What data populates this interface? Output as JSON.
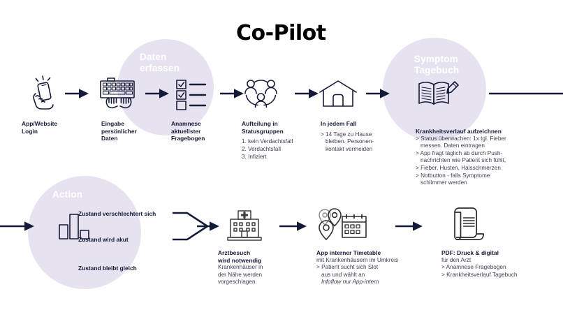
{
  "title": "Co-Pilot",
  "circles": [
    {
      "id": "daten-erfassen",
      "label_line1": "Daten",
      "label_line2": "erfassen",
      "color": "#e6e2ef"
    },
    {
      "id": "symptom-tagebuch",
      "label_line1": "Symptom",
      "label_line2": "Tagebuch",
      "color": "#e6e2ef"
    },
    {
      "id": "action",
      "label_line1": "Action",
      "label_line2": "",
      "color": "#e6e2ef"
    }
  ],
  "row1": {
    "step1": {
      "icon": "hand-holding-phone-icon",
      "heading_line1": "App/Website",
      "heading_line2": "Login"
    },
    "step2": {
      "icon": "hands-typing-keyboard-icon",
      "heading_line1": "Eingabe",
      "heading_line2": "persönlicher",
      "heading_line3": "Daten"
    },
    "step3": {
      "icon": "checklist-icon",
      "heading_line1": "Anamnese",
      "heading_line2": "aktuellster",
      "heading_line3": "Fragebogen"
    },
    "step4": {
      "icon": "people-group-icon",
      "heading_line1": "Aufteilung in",
      "heading_line2": "Statusgruppen",
      "list": [
        "1. kein Verdachtsfall",
        "2. Verdachtsfall",
        "3. Infiziert"
      ]
    },
    "step5": {
      "icon": "house-icon",
      "heading": "In jedem Fall",
      "body": [
        "> 14 Tage zu Hause",
        "bleiben. Personen-",
        "kontakt vermeiden"
      ]
    },
    "step6": {
      "icon": "notebook-pencil-icon",
      "heading": "Krankheitsverlauf aufzeichnen",
      "body": [
        "> Status überwachen: 1x tgl. Fieber",
        "messen. Daten eintragen",
        "> App fragt täglich ab durch Push-",
        "nachrichten wie Patient sich fühlt,",
        "> Fieber, Husten, Halsschmerzen",
        "> Notbutton - falls Symptome",
        "schlimmer werden"
      ]
    }
  },
  "row2": {
    "action": {
      "icon": "bar-chart-icon",
      "branches": [
        "Zustand verschlechtert sich",
        "Zustand wird akut",
        "Zustand bleibt gleich"
      ]
    },
    "step1": {
      "icon": "hospital-icon",
      "heading_line1": "Arztbesuch",
      "heading_line2": "wird notwendig",
      "body": [
        "Krankenhäuser in",
        "der Nähe werden",
        "vorgeschlagen."
      ]
    },
    "step2": {
      "icon": "map-pins-calendar-icon",
      "heading": "App interner Timetable",
      "body": [
        "mit Krankenhäusern im Umkreis",
        "> Patient sucht sich Slot",
        "aus und wählt an"
      ],
      "italic": "Infoflow nur App-intern"
    },
    "step3": {
      "icon": "document-scroll-icon",
      "heading": "PDF: Druck & digital",
      "body": [
        "für den Arzt",
        "> Anamnese Fragebogen",
        "> Krankheitsverlauf Tagebuch"
      ]
    }
  },
  "colors": {
    "ink": "#141b38",
    "body_text": "#3a3f52",
    "circle": "#e6e2ef",
    "icon_gray": "#3f3f3f",
    "background": "#ffffff"
  }
}
